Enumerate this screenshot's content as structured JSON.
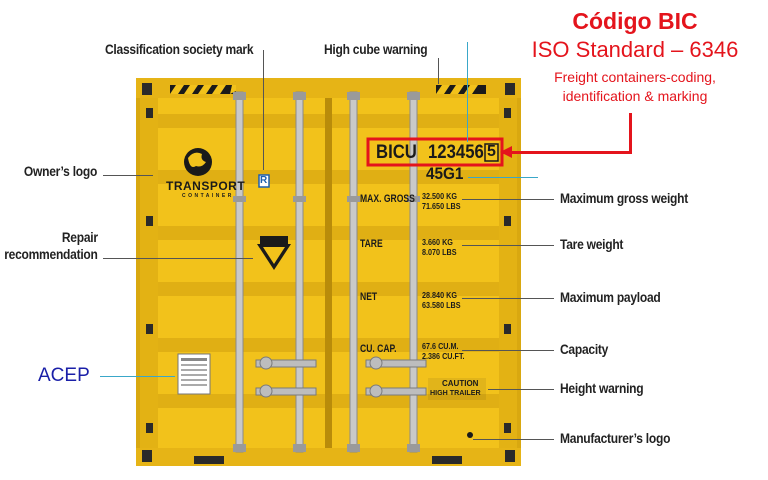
{
  "header": {
    "title": "Código BIC",
    "subtitle": "ISO Standard – 6346",
    "caption_line1": "Freight containers-coding,",
    "caption_line2": "identification & marking",
    "accent_color": "#e4141c"
  },
  "container": {
    "body_color": "#f2c21b",
    "bic_code": "BICU",
    "serial_number": "123456",
    "check_digit": "5",
    "size_type": "45G1",
    "logo_line1": "TRANSPORT",
    "logo_line2": "CONTAINER",
    "class_mark": "R",
    "caution_line1": "CAUTION",
    "caution_line2": "HIGH TRAILER",
    "ratings": [
      {
        "label": "MAX. GROSS",
        "kg": "32.500 KG",
        "lbs": "71.650 LBS"
      },
      {
        "label": "TARE",
        "kg": "3.660 KG",
        "lbs": "8.070 LBS"
      },
      {
        "label": "NET",
        "kg": "28.840 KG",
        "lbs": "63.580 LBS"
      },
      {
        "label": "CU. CAP.",
        "kg": "67.6 CU.M.",
        "lbs": "2.386 CU.FT."
      }
    ]
  },
  "callouts": {
    "classification": "Classification society mark",
    "high_cube": "High cube warning",
    "owner_logo": "Owner’s logo",
    "repair_line1": "Repair",
    "repair_line2": "recommendation",
    "acep": "ACEP",
    "max_gross": "Maximum gross weight",
    "tare": "Tare weight",
    "payload": "Maximum payload",
    "capacity": "Capacity",
    "height_warning": "Height warning",
    "manufacturer": "Manufacturer’s logo"
  }
}
